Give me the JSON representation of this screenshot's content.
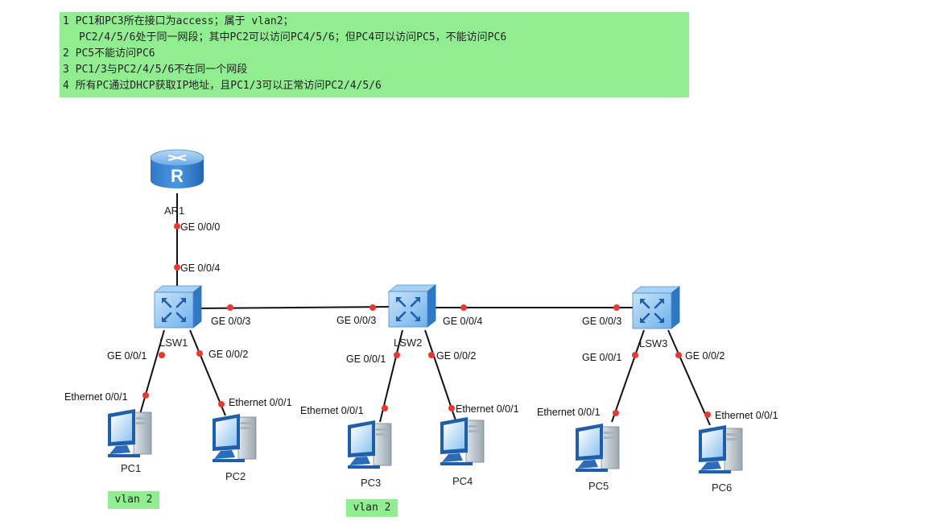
{
  "notes": {
    "line1": "1 PC1和PC3所在接口为access；属于 vlan2；",
    "line1b": "PC2/4/5/6处于同一网段；其中PC2可以访问PC4/5/6；但PC4可以访问PC5，不能访问PC6",
    "line2": "2 PC5不能访问PC6",
    "line3": "3 PC1/3与PC2/4/5/6不在同一个网段",
    "line4": "4 所有PC通过DHCP获取IP地址，且PC1/3可以正常访问PC2/4/5/6"
  },
  "devices": {
    "router": "AR1",
    "router_glyph": "R",
    "sw1": "LSW1",
    "sw2": "LSW2",
    "sw3": "LSW3",
    "pc1": "PC1",
    "pc2": "PC2",
    "pc3": "PC3",
    "pc4": "PC4",
    "pc5": "PC5",
    "pc6": "PC6"
  },
  "ports": {
    "ar1_ge000": "GE 0/0/0",
    "sw1_ge004": "GE 0/0/4",
    "sw1_ge003": "GE 0/0/3",
    "sw2_ge003": "GE 0/0/3",
    "sw2_ge004": "GE 0/0/4",
    "sw3_ge003": "GE 0/0/3",
    "sw1_ge001": "GE 0/0/1",
    "sw1_ge002": "GE 0/0/2",
    "sw2_ge001": "GE 0/0/1",
    "sw2_ge002": "GE 0/0/2",
    "sw3_ge001": "GE 0/0/1",
    "sw3_ge002": "GE 0/0/2",
    "pc1_eth": "Ethernet 0/0/1",
    "pc2_eth": "Ethernet 0/0/1",
    "pc3_eth": "Ethernet 0/0/1",
    "pc4_eth": "Ethernet 0/0/1",
    "pc5_eth": "Ethernet 0/0/1",
    "pc6_eth": "Ethernet 0/0/1"
  },
  "vlan_tags": {
    "pc1": "vlan 2",
    "pc3": "vlan 2"
  },
  "colors": {
    "note_bg": "#90ee90",
    "link": "#111111",
    "port_dot": "#e8382f",
    "device_blue": "#3a86d6"
  }
}
